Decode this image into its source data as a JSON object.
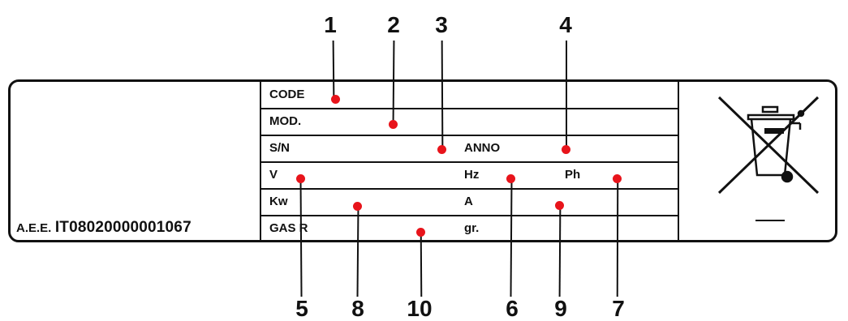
{
  "plate": {
    "rows": {
      "code": "CODE",
      "mod": "MOD.",
      "sn": "S/N",
      "anno": "ANNO",
      "v": "V",
      "hz": "Hz",
      "ph": "Ph",
      "kw": "Kw",
      "a": "A",
      "gas": "GAS R",
      "gr": "gr."
    },
    "aee_prefix": "A.E.E.",
    "aee_code": "IT08020000001067"
  },
  "callouts": {
    "n1": "1",
    "n2": "2",
    "n3": "3",
    "n4": "4",
    "n5": "5",
    "n6": "6",
    "n7": "7",
    "n8": "8",
    "n9": "9",
    "n10": "10"
  },
  "colors": {
    "marker": "#e8141b",
    "ink": "#111111"
  },
  "icons": {
    "weee": "crossed-out-wheelie-bin-icon"
  }
}
